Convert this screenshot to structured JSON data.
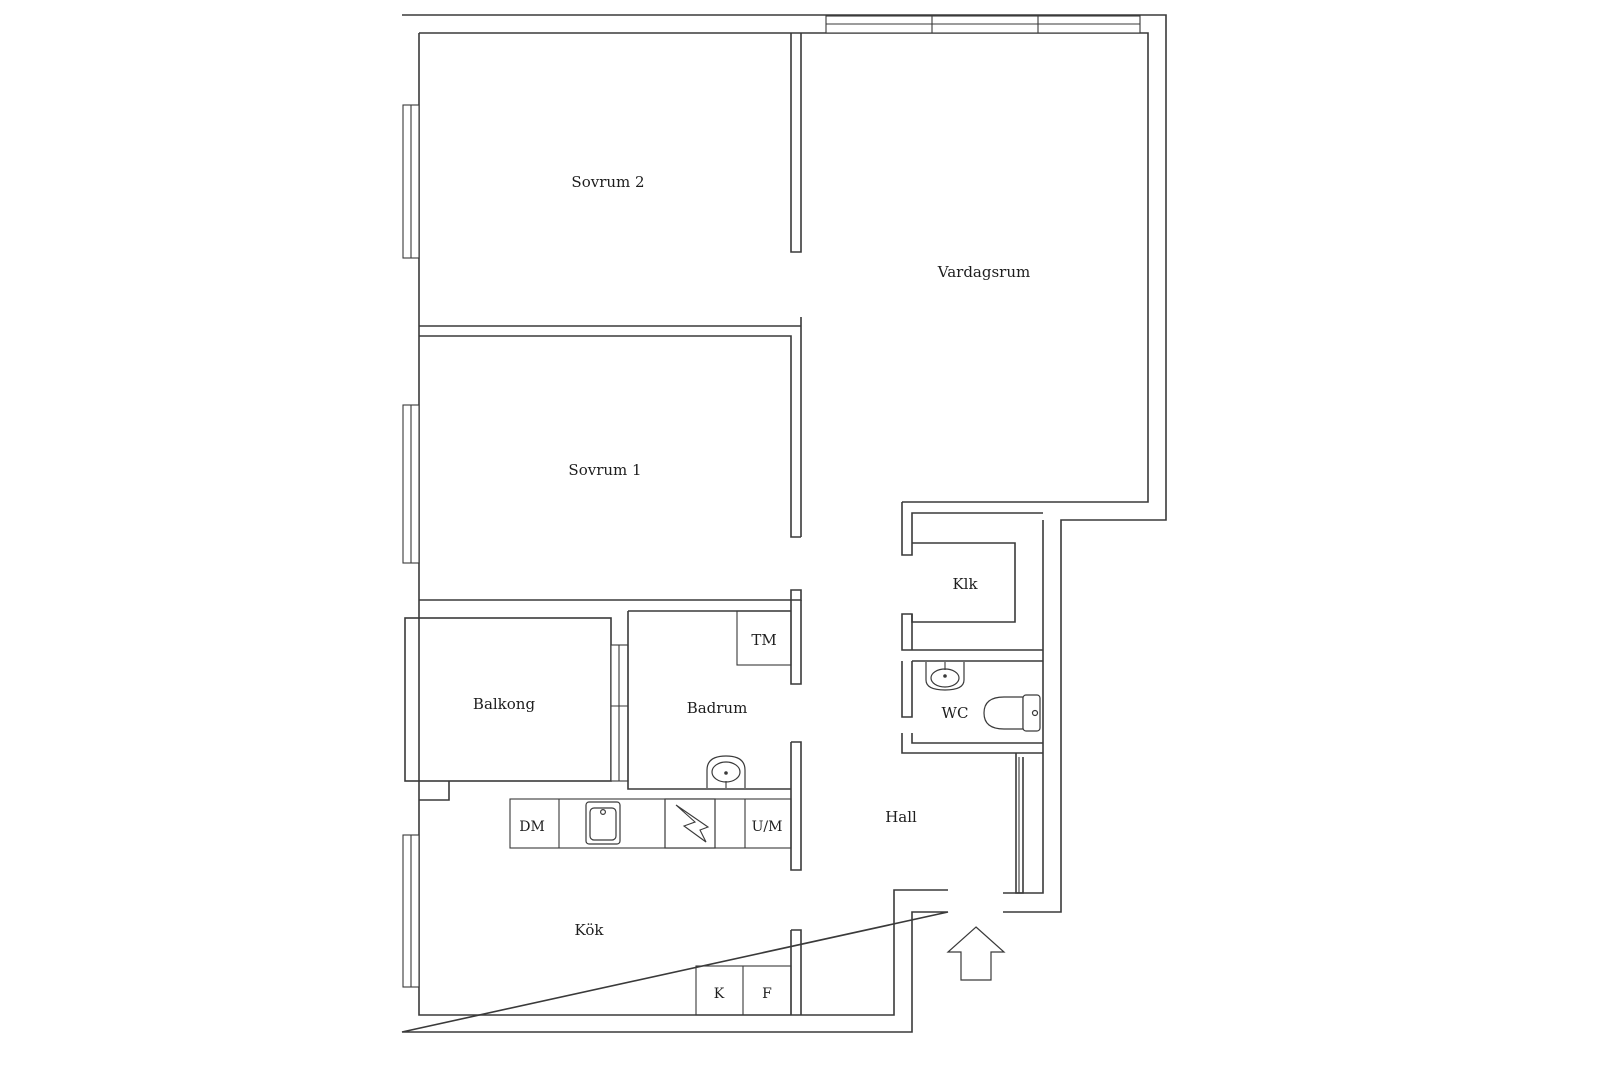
{
  "plan": {
    "rooms": {
      "sovrum2": "Sovrum 2",
      "vardagsrum": "Vardagsrum",
      "sovrum1": "Sovrum 1",
      "klk": "Klk",
      "tm": "TM",
      "balkong": "Balkong",
      "badrum": "Badrum",
      "wc": "WC",
      "dm": "DM",
      "um": "U/M",
      "hall": "Hall",
      "kok": "Kök",
      "k": "K",
      "f": "F"
    },
    "icons": {
      "entrance": "entrance-arrow-icon",
      "sink": "kitchen-sink-icon",
      "stove": "stove-icon",
      "washbasin": "washbasin-icon",
      "toilet": "toilet-icon"
    }
  }
}
